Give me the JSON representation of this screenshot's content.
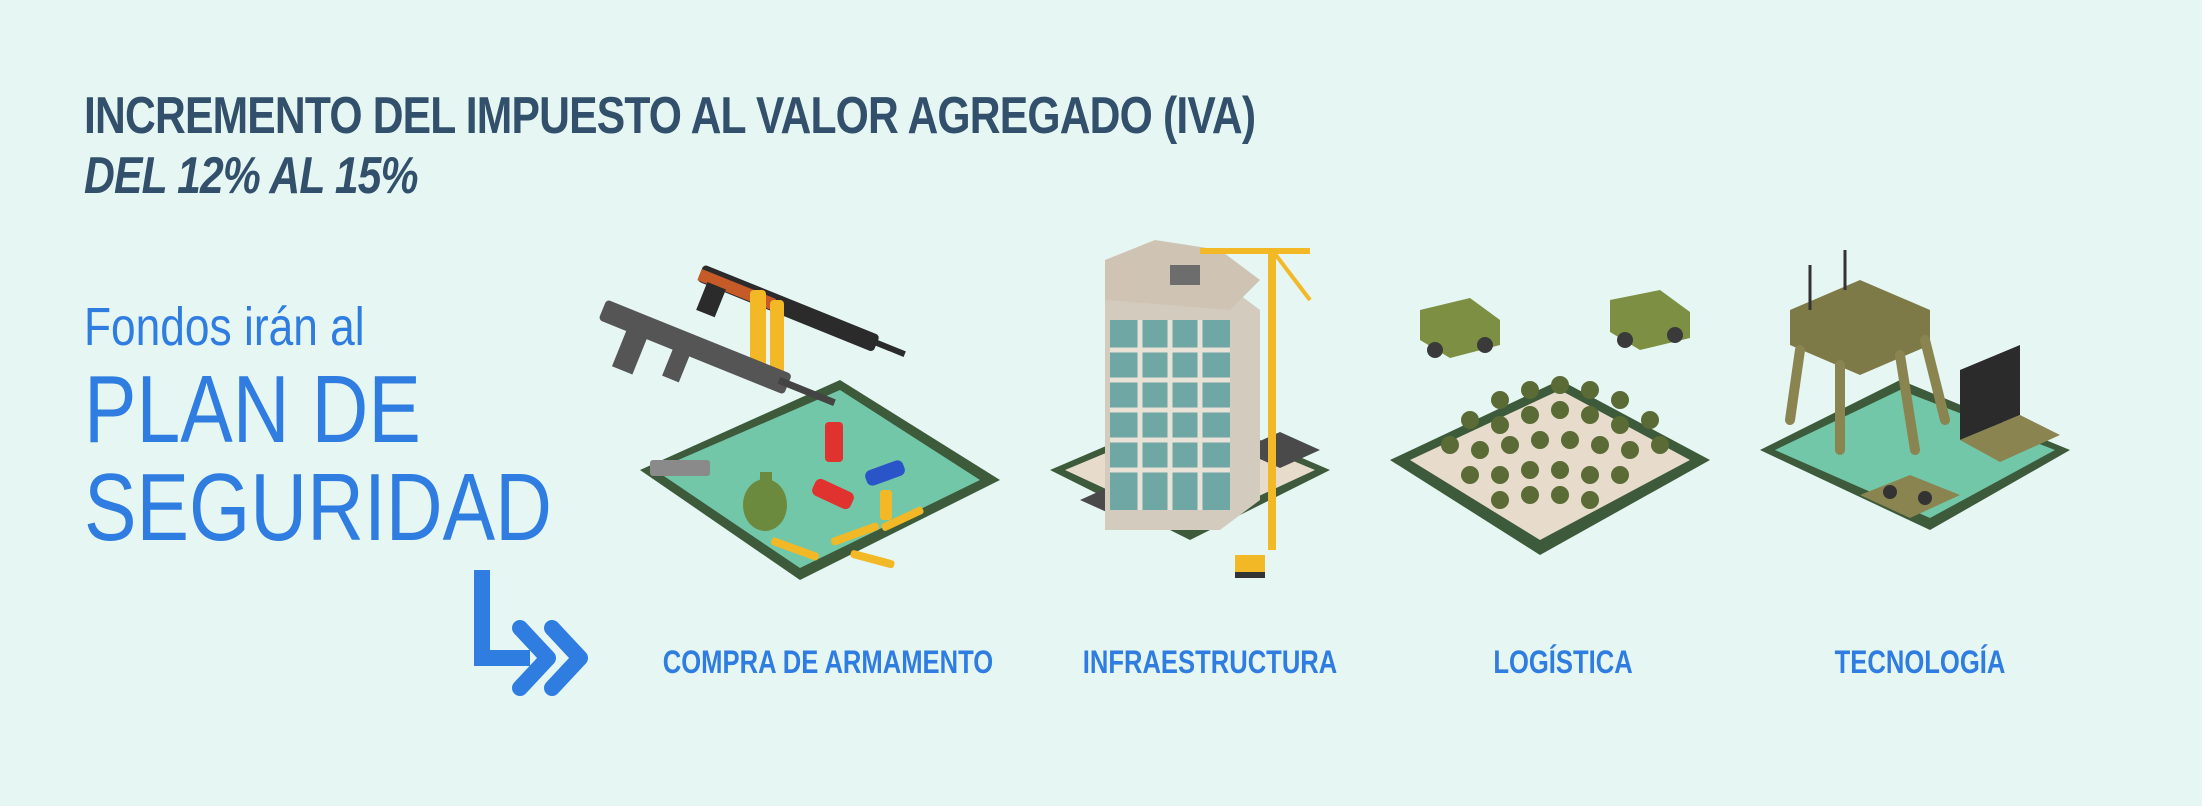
{
  "heading": {
    "title": "INCREMENTO DEL IMPUESTO AL VALOR AGREGADO (IVA)",
    "subtitle": "DEL 12% AL 15%"
  },
  "message": {
    "lead": "Fondos irán al",
    "line1": "PLAN DE",
    "line2": "SEGURIDAD"
  },
  "categories": [
    {
      "label": "COMPRA DE ARMAMENTO",
      "icon": "weapons-icon"
    },
    {
      "label": "INFRAESTRUCTURA",
      "icon": "building-icon"
    },
    {
      "label": "LOGÍSTICA",
      "icon": "troops-icon"
    },
    {
      "label": "TECNOLOGÍA",
      "icon": "robot-icon"
    }
  ],
  "colors": {
    "background": "#e6f6f3",
    "title": "#32506b",
    "accent": "#2f7de1",
    "platform_green": "#72c7a8",
    "platform_border": "#3d5a3a",
    "platform_sand": "#e7dccb",
    "military_olive": "#7d8f42"
  }
}
